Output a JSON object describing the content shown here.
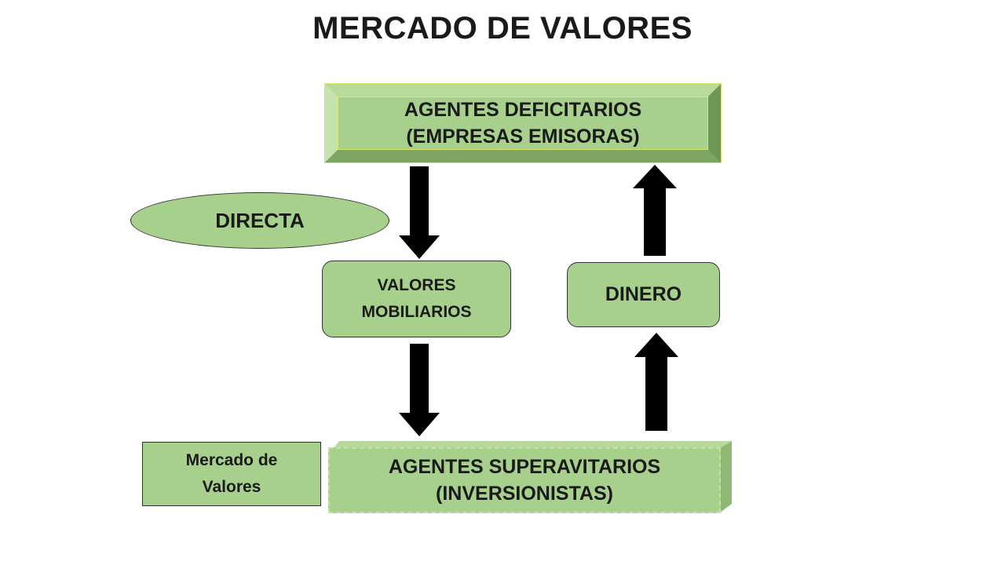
{
  "title": "MERCADO DE VALORES",
  "nodes": {
    "deficitarios": {
      "line1": "AGENTES DEFICITARIOS",
      "line2": "(EMPRESAS EMISORAS)"
    },
    "directa": {
      "label": "DIRECTA"
    },
    "valores": {
      "line1": "VALORES",
      "line2": "MOBILIARIOS"
    },
    "dinero": {
      "label": "DINERO"
    },
    "mercado": {
      "line1": "Mercado de",
      "line2": "Valores"
    },
    "superavitarios": {
      "line1": "AGENTES SUPERAVITARIOS",
      "line2": "(INVERSIONISTAS)"
    }
  },
  "colors": {
    "fill": "#a8d08d",
    "arrow": "#000000",
    "border": "#333333"
  }
}
